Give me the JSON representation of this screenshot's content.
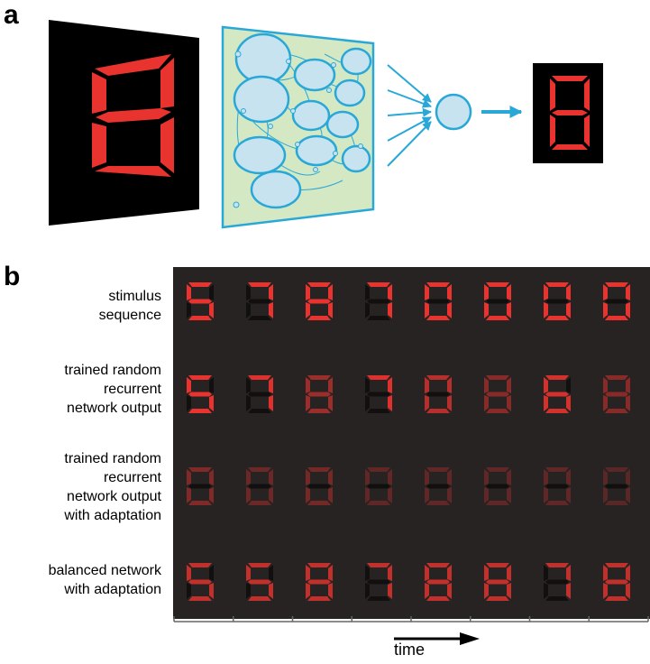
{
  "panel_labels": {
    "a": "a",
    "b": "b"
  },
  "rows": [
    {
      "label": [
        "stimulus",
        "sequence"
      ],
      "digits": [
        "5",
        "7",
        "8",
        "7",
        "0",
        "0",
        "0",
        "0"
      ],
      "brightness": [
        1,
        1,
        1,
        1,
        1,
        1,
        1,
        1
      ]
    },
    {
      "label": [
        "trained random",
        "recurrent",
        "network output"
      ],
      "digits": [
        "5",
        "7",
        "8",
        "7",
        "0",
        "8",
        "6",
        "8"
      ],
      "brightness": [
        1,
        0.95,
        0.6,
        0.95,
        0.75,
        0.5,
        0.9,
        0.5
      ]
    },
    {
      "label": [
        "trained random",
        "recurrent",
        "network output",
        "with adaptation"
      ],
      "digits": [
        "0",
        "0",
        "0",
        "0",
        "0",
        "0",
        "0",
        "0"
      ],
      "brightness": [
        0.45,
        0.35,
        0.4,
        0.3,
        0.3,
        0.3,
        0.3,
        0.25
      ]
    },
    {
      "label": [
        "balanced network",
        "with adaptation"
      ],
      "digits": [
        "5",
        "5",
        "8",
        "7",
        "8",
        "8",
        "7",
        "8"
      ],
      "brightness": [
        0.8,
        0.8,
        0.8,
        0.8,
        0.8,
        0.8,
        0.8,
        0.8
      ]
    }
  ],
  "axis": {
    "label": "time",
    "ticks": 8
  },
  "colors": {
    "segment_on": "#e8332e",
    "segment_off": "#000000",
    "grid_background": "#282323",
    "network_fill": "#d4e8c4",
    "network_stroke": "#29a8d8",
    "neuron_fill": "#c6e3ef",
    "arrow": "#29a8d8"
  }
}
